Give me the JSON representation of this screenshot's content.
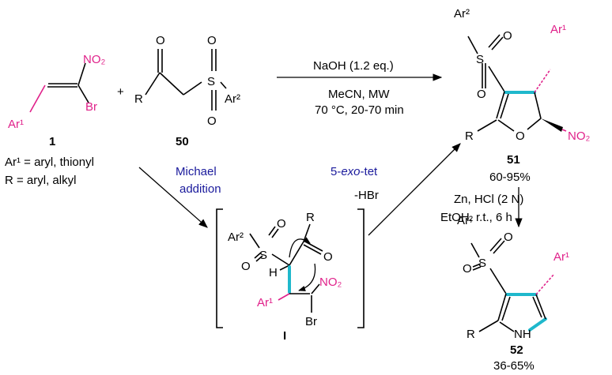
{
  "colors": {
    "highlight_pink": "#e0218a",
    "bond_cyan": "#1fb8cc",
    "annotation_blue": "#1a1a9c",
    "ink": "#000000"
  },
  "compound_1": {
    "number": "1",
    "substituent_note": "Ar¹ = aryl, thionyl",
    "r_note": "R = aryl, alkyl"
  },
  "compound_50": {
    "number": "50"
  },
  "compound_51": {
    "number": "51",
    "yield": "60-95%"
  },
  "compound_52": {
    "number": "52",
    "yield": "36-65%"
  },
  "intermediate": {
    "label": "I"
  },
  "plus": "+",
  "atoms": {
    "no2": "NO₂",
    "br": "Br",
    "ar1": "Ar¹",
    "ar2": "Ar²",
    "o": "O",
    "s": "S",
    "r": "R",
    "h": "H",
    "nh": "NH"
  },
  "step1": {
    "reagent": "NaOH (1.2 eq.)",
    "solvent": "MeCN, MW",
    "conditions": "70 °C, 20-70 min"
  },
  "step_michael": {
    "line1": "Michael",
    "line2": "addition"
  },
  "step_cyclization": {
    "line1_prefix": "5-",
    "line1_italic": "exo",
    "line1_suffix": "-tet",
    "line2": "-HBr"
  },
  "step_reduction": {
    "reagent": "Zn, HCl (2 N)",
    "conditions": "EtOH, r.t., 6 h"
  }
}
